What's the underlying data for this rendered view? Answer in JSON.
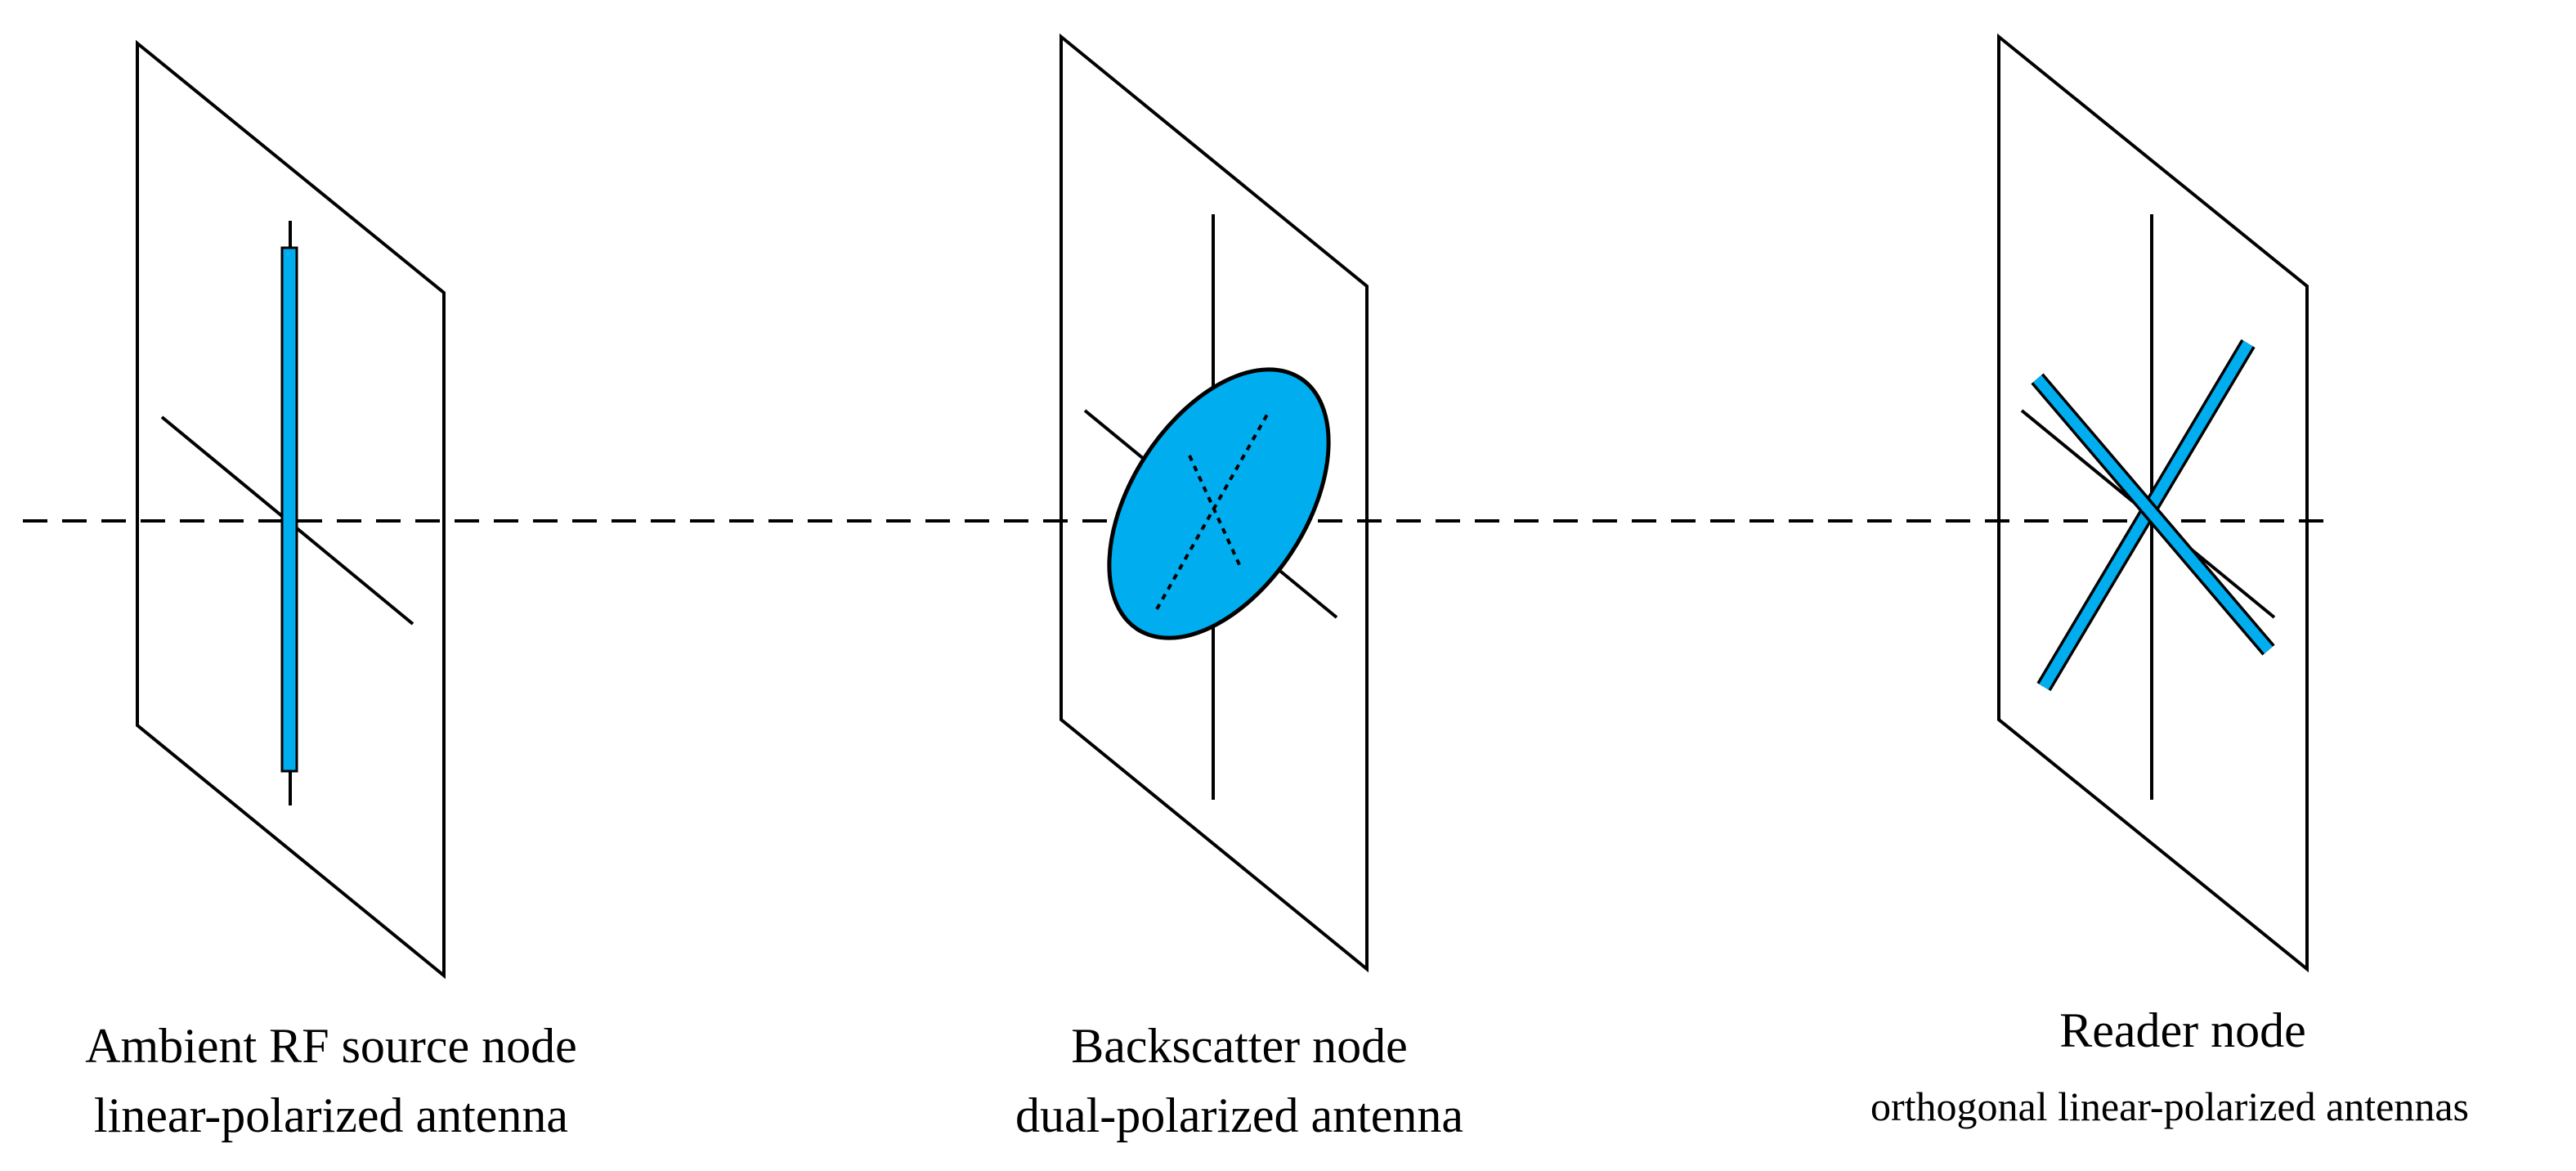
{
  "nodes": [
    {
      "title": "Ambient RF source node",
      "subtitle": "linear-polarized antenna",
      "antenna_icon": "vertical-bar-antenna-icon"
    },
    {
      "title": "Backscatter node",
      "subtitle": "dual-polarized antenna",
      "antenna_icon": "elliptical-patch-antenna-icon"
    },
    {
      "title": "Reader node",
      "subtitle": "orthogonal linear-polarized antennas",
      "antenna_icon": "crossed-bar-antennas-icon"
    }
  ],
  "colors": {
    "antenna_fill": "#00AEEF",
    "stroke": "#000000",
    "background": "#FFFFFF"
  }
}
